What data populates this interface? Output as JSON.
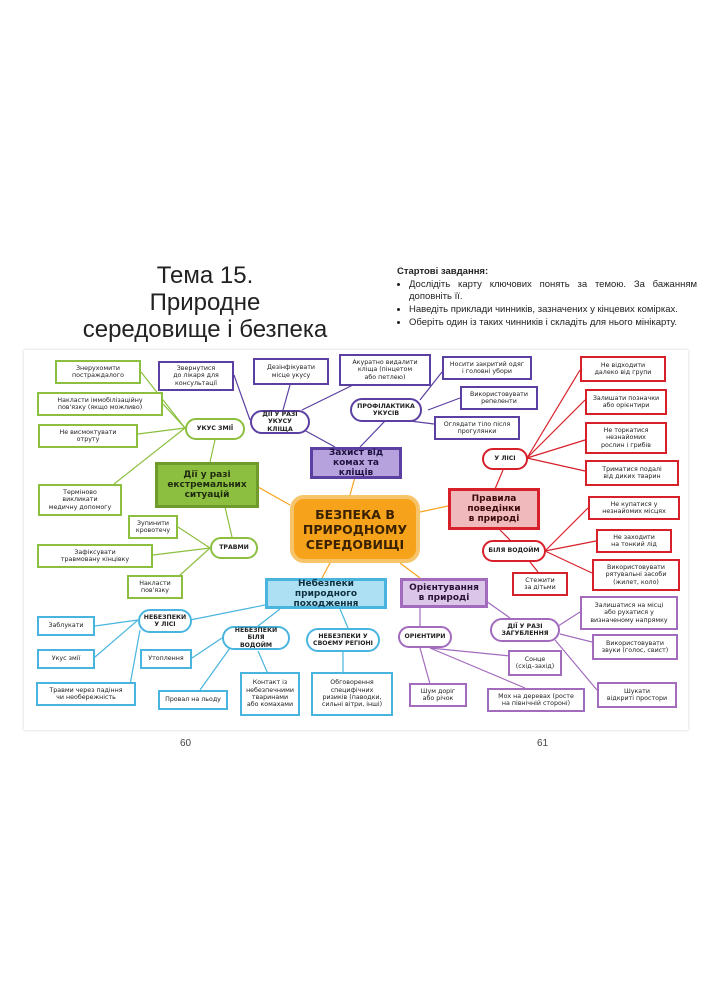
{
  "title": "Тема 15.\nПриродне\nсередовище і безпека",
  "tasks": {
    "heading": "Стартові завдання:",
    "items": [
      "Дослідіть карту ключових понять за темою. За бажанням доповніть її.",
      "Наведіть приклади чинників, зазначених у кінцевих комірках.",
      "Оберіть один із таких чинників і складіть для нього мінікарту."
    ]
  },
  "colors": {
    "green": "#8cbf3f",
    "purple": "#5b3fa1",
    "red": "#d8202a",
    "blue": "#49b5de",
    "violet": "#a26bbd",
    "center": "#f7a21b"
  },
  "map": {
    "center": "БЕЗПЕКА В\nПРИРОДНОМУ\nСЕРЕДОВИЩІ",
    "extreme": {
      "label": "Дії у разі\nекстремальних\nситуацій",
      "bite": {
        "label": "УКУС ЗМІЇ",
        "items": [
          "Знерухомити\nпостраждалого",
          "Накласти іммобілізаційну\nпов'язку (якщо можливо)",
          "Не висмоктувати\nотруту",
          "Терміново\nвикликати\nмедичну допомогу"
        ]
      },
      "injury": {
        "label": "ТРАВМИ",
        "items": [
          "Зупинити\nкровотечу",
          "Зафіксувати\nтравмовану кінцівку",
          "Накласти\nпов'язку"
        ]
      }
    },
    "insects": {
      "label": "Захист від\nкомах та кліщів",
      "tick": {
        "label": "ДІЇ У РАЗІ УКУСУ\nКЛІЩА",
        "items": [
          "Звернутися\nдо лікаря для\nконсультації",
          "Дезінфікувати\nмісце укусу",
          "Акуратно видалити\nкліща (пінцетом\nабо петлею)"
        ]
      },
      "prevent": {
        "label": "ПРОФІЛАКТИКА\nУКУСІВ",
        "items": [
          "Носити закритий одяг\nі головні убори",
          "Використовувати\nрепеленти",
          "Оглядати тіло після\nпрогулянки"
        ]
      }
    },
    "behavior": {
      "label": "Правила\nповедінки\nв природі",
      "forest": {
        "label": "У ЛІСІ",
        "items": [
          "Не відходити\nдалеко від групи",
          "Залишати позначки\nабо орієнтири",
          "Не торкатися\nнезнайомих\nрослин і грибів",
          "Триматися подалі\nвід диких тварин"
        ]
      },
      "water": {
        "label": "БІЛЯ ВОДОЙМ",
        "items": [
          "Не купатися у\nнезнайомих місцях",
          "Не заходити\nна тонкий лід",
          "Використовувати\nрятувальні засоби\n(жилет, коло)",
          "Стежити\nза дітьми"
        ]
      }
    },
    "natural": {
      "label": "Небезпеки природного\nпоходження",
      "forest": {
        "label": "НЕБЕЗПЕКИ\nУ ЛІСІ",
        "items": [
          "Заблукати",
          "Укус змії",
          "Травми через падіння\nчи необережність"
        ]
      },
      "water": {
        "label": "НЕБЕЗПЕКИ БІЛЯ\nВОДОЙМ",
        "items": [
          "Утоплення",
          "Провал на льоду"
        ]
      },
      "contact": "Контакт із\nнебезпечними\nтваринами\nабо комахами",
      "region": {
        "label": "НЕБЕЗПЕКИ У\nСВОЄМУ РЕГІОНІ",
        "items": [
          "Обговорення\nспецифічних\nризиків (паводки,\nсильні вітри, інші)"
        ]
      }
    },
    "orient": {
      "label": "Орієнтування\nв природі",
      "landmarks": {
        "label": "ОРІЄНТИРИ",
        "items": [
          "Сонце\n(схід–захід)",
          "Шум доріг\nабо річок",
          "Мох на деревах (росте\nна північній стороні)"
        ]
      },
      "lost": {
        "label": "ДІЇ У РАЗІ\nЗАГУБЛЕННЯ",
        "items": [
          "Залишатися на місці\nабо рухатися у\nвизначеному напрямку",
          "Використовувати\nзвуки (голос, свист)",
          "Шукати\nвідкриті простори"
        ]
      }
    }
  },
  "pages": {
    "left": "60",
    "right": "61"
  }
}
